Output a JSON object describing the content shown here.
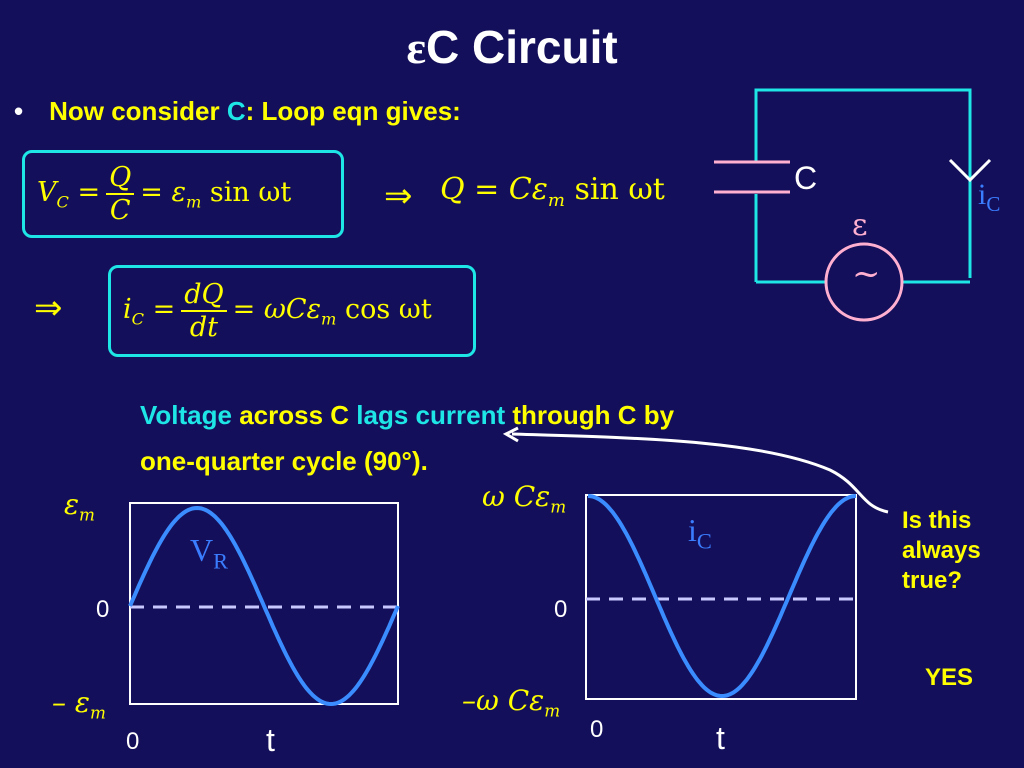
{
  "slide": {
    "title_symbol": "ε",
    "title_text": "C Circuit",
    "bullet": {
      "dot": "•",
      "part1": "Now consider ",
      "part2": "C",
      "part3": ":  Loop eqn gives:"
    },
    "eq1": {
      "lhs": "V",
      "lhs_sub": "C",
      "num": "Q",
      "den": "C",
      "rhs": "= ε",
      "rhs_sub": "m",
      "tail": " sin ωt"
    },
    "implies": "⇒",
    "eq2": {
      "text1": "Q = Cε",
      "sub": "m",
      "text2": " sin ωt"
    },
    "eq3": {
      "lhs": "i",
      "lhs_sub": "C",
      "num": "dQ",
      "den": "dt",
      "rhs": "= ωCε",
      "rhs_sub": "m",
      "tail": " cos ωt"
    },
    "statement": {
      "s1": "Voltage",
      "s2": " across C ",
      "s3": "lags current",
      "s4": " through C by",
      "line2": "one-quarter cycle (90°)."
    },
    "side_question": [
      "Is this",
      "always",
      "true?"
    ],
    "answer": "YES",
    "circuit": {
      "cap_label": "C",
      "emf_label": "ε",
      "source_symbol": "~",
      "current_label": "i",
      "current_sub": "C"
    },
    "graph_left": {
      "top_label": "ε",
      "top_sub": "m",
      "zero_label": "0",
      "bottom_label": "– ε",
      "bottom_sub": "m",
      "x_zero": "0",
      "x_label": "t",
      "curve_label": "V",
      "curve_sub": "R"
    },
    "graph_right": {
      "top_label": "ω Cε",
      "top_sub": "m",
      "zero_label": "0",
      "bottom_label": "–ω Cε",
      "bottom_sub": "m",
      "x_zero": "0",
      "x_label": "t",
      "curve_label": "i",
      "curve_sub": "C"
    },
    "colors": {
      "background": "#140f5a",
      "yellow": "#ffff00",
      "cyan": "#1ee6e6",
      "curve_blue": "#3a8cff",
      "capacitor_pink": "#ffb0d0",
      "dashed": "#c8c8ff"
    }
  },
  "chart_data": [
    {
      "type": "line",
      "series": [
        {
          "name": "V_R",
          "function": "sin",
          "x": [
            0,
            0.25,
            0.5,
            0.75,
            1.0
          ],
          "y": [
            0,
            1,
            0,
            -1,
            0
          ]
        }
      ],
      "ylim": [
        -1,
        1
      ],
      "ylabels": [
        "ε_m",
        "0",
        "– ε_m"
      ],
      "xlabel": "t"
    },
    {
      "type": "line",
      "series": [
        {
          "name": "i_C",
          "function": "cos",
          "x": [
            0,
            0.25,
            0.5,
            0.75,
            1.0
          ],
          "y": [
            1,
            0,
            -1,
            0,
            1
          ]
        }
      ],
      "ylim": [
        -1,
        1
      ],
      "ylabels": [
        "ω Cε_m",
        "0",
        "–ω Cε_m"
      ],
      "xlabel": "t"
    }
  ]
}
